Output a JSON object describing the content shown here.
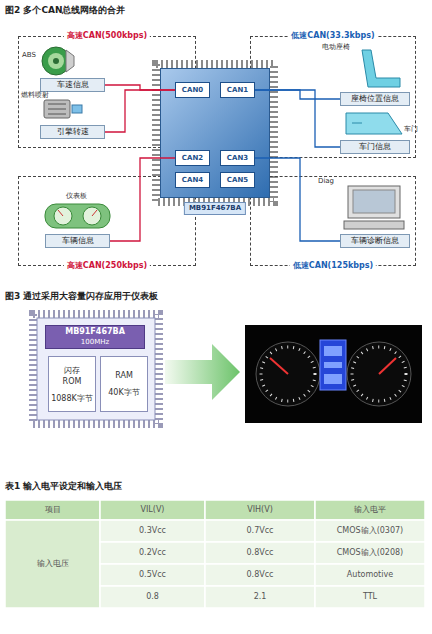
{
  "diagram": {
    "nodes": [
      {
        "text": [
          "高速CAN(500kbps)"
        ]
      },
      {
        "text": [
          "车速信息"
        ],
        "in": 0
      },
      {
        "text": [
          "引擎转速"
        ],
        "in": 0
      },
      {
        "text": [
          "MB91F467BA"
        ]
      },
      {
        "text": [
          "CAN0"
        ],
        "in": 3
      },
      {
        "text": [
          "CAN1"
        ],
        "in": 3
      },
      {
        "text": [
          "CAN2"
        ],
        "in": 3
      },
      {
        "text": [
          "CAN3"
        ],
        "in": 3
      },
      {
        "text": [
          "CAN4"
        ],
        "in": 3
      },
      {
        "text": [
          "CAN5"
        ],
        "in": 3
      },
      {
        "text": [
          "低速CAN(33.3kbps)"
        ]
      },
      {
        "text": [
          "座椅位置信息"
        ],
        "in": 10
      },
      {
        "text": [
          "车门信息"
        ],
        "in": 10
      },
      {
        "text": [
          "高速CAN(250kbps)"
        ]
      },
      {
        "text": [
          "车辆信息"
        ],
        "in": 13
      },
      {
        "text": [
          "低速CAN(125kbps)"
        ]
      },
      {
        "text": [
          "车辆诊断信息"
        ],
        "in": 15
      },
      {
        "text": [
          "MB91F467BA",
          "100MHz"
        ]
      },
      {
        "text": [
          "闪存 ROM",
          "1088K字节"
        ]
      },
      {
        "text": [
          "RAM",
          "40K字节"
        ]
      }
    ],
    "edges": [
      {
        "from": 1,
        "to": 4,
        "arrow": "none"
      },
      {
        "from": 2,
        "to": 4,
        "arrow": "none"
      },
      {
        "from": 14,
        "to": 6,
        "arrow": "none"
      },
      {
        "from": 11,
        "to": 5,
        "arrow": "none"
      },
      {
        "from": 12,
        "to": 5,
        "arrow": "none"
      },
      {
        "from": 16,
        "to": 7,
        "arrow": "none"
      }
    ],
    "labels": [
      "图2 多个CAN总线网络的合并",
      "ABS",
      "燃料喷射",
      "仪表板",
      "电动座椅",
      "车门",
      "Diag",
      "图3 通过采用大容量闪存应用于仪表板",
      "表1 输入电平设定和输入电压",
      "项目",
      "VIL(V)",
      "VIH(V)",
      "输入电平",
      "输入电压",
      "0.3Vcc",
      "0.7Vcc",
      "CMOS输入(0307)",
      "0.2Vcc",
      "0.8Vcc",
      "CMOS输入(0208)",
      "0.5Vcc",
      "0.8Vcc",
      "Automotive",
      "0.8",
      "2.1",
      "TTL"
    ]
  }
}
